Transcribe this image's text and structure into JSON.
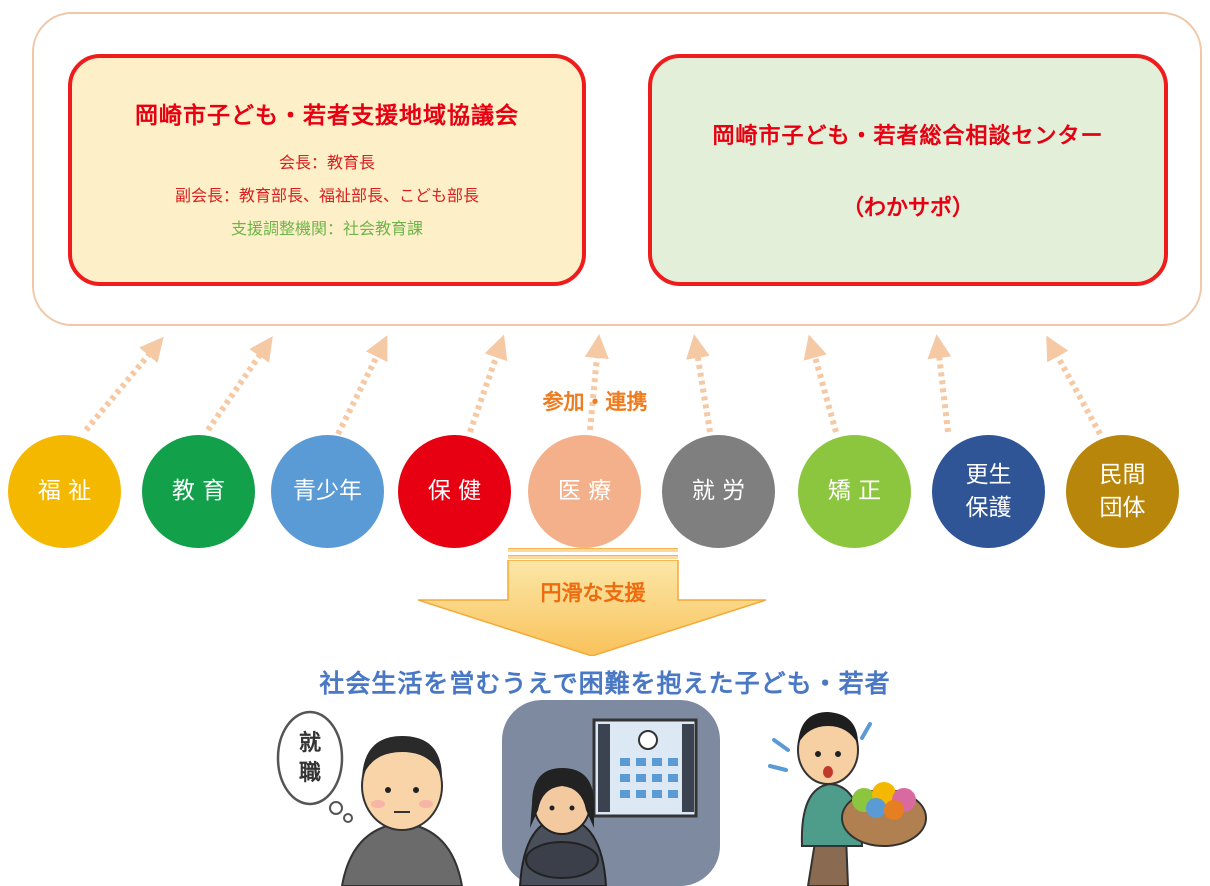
{
  "council": {
    "title": "岡崎市子ども・若者支援地域協議会",
    "chair": "会長：教育長",
    "vice_chair": "副会長：教育部長、福祉部長、こども部長",
    "coordinator": "支援調整機関：社会教育課"
  },
  "center": {
    "title": "岡崎市子ども・若者総合相談センター",
    "nickname": "（わかサポ）"
  },
  "participation_label": "参加・連携",
  "organizations": [
    {
      "label": "福 祉",
      "color": "#f5b800"
    },
    {
      "label": "教 育",
      "color": "#12a04a"
    },
    {
      "label": "青少年",
      "color": "#5b9bd5"
    },
    {
      "label": "保 健",
      "color": "#e60012"
    },
    {
      "label": "医 療",
      "color": "#f3b08a"
    },
    {
      "label": "就 労",
      "color": "#7f7f7f"
    },
    {
      "label": "矯 正",
      "color": "#8cc63f"
    },
    {
      "label": "更生\n保護",
      "color": "#2f5597"
    },
    {
      "label": "民間\n団体",
      "color": "#b8860b"
    }
  ],
  "flow_label": "円滑な支援",
  "target_label": "社会生活を営むうえで困難を抱えた子ども・若者",
  "bubble_text": [
    "就",
    "職"
  ],
  "colors": {
    "frame_border": "#f0c8a8",
    "box_border": "#ee1c1c",
    "council_bg": "#fdf0c8",
    "center_bg": "#e3efd8",
    "arrow": "#f5c9a4",
    "accent_orange": "#ed7d22",
    "target_blue": "#4a78c4"
  }
}
